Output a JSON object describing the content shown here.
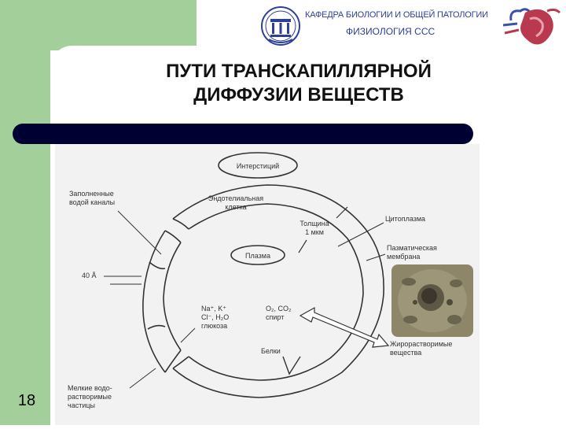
{
  "header": {
    "department": "КАФЕДРА БИОЛОГИИ И ОБЩЕЙ ПАТОЛОГИИ",
    "course": "ФИЗИОЛОГИЯ ССС"
  },
  "slide": {
    "title_line1": "ПУТИ ТРАНСКАПИЛЛЯРНОЙ",
    "title_line2": "ДИФФУЗИИ ВЕЩЕСТВ",
    "number": "18"
  },
  "diagram": {
    "interstitium": "Интерстиций",
    "water_channels_1": "Заполненные",
    "water_channels_2": "водой каналы",
    "endothelial_1": "Эндотелиальная",
    "endothelial_2": "клетка",
    "thickness_1": "Толщина",
    "thickness_2": "1 мкм",
    "cytoplasm": "Цитоплазма",
    "plasma_membrane_1": "Пазматическая",
    "plasma_membrane_2": "мембрана",
    "plasma": "Плазма",
    "pore_size": "40 Å",
    "ions_1": "Na⁺, K⁺",
    "ions_2": "Cl⁻, H₂O",
    "ions_3": "глюкоза",
    "gases_1": "O₂, CO₂",
    "gases_2": "спирт",
    "proteins": "Белки",
    "lipid_soluble_1": "Жирорастворимые",
    "lipid_soluble_2": "вещества",
    "small_water_1": "Мелкие водо-",
    "small_water_2": "растворимые",
    "small_water_3": "частицы"
  }
}
